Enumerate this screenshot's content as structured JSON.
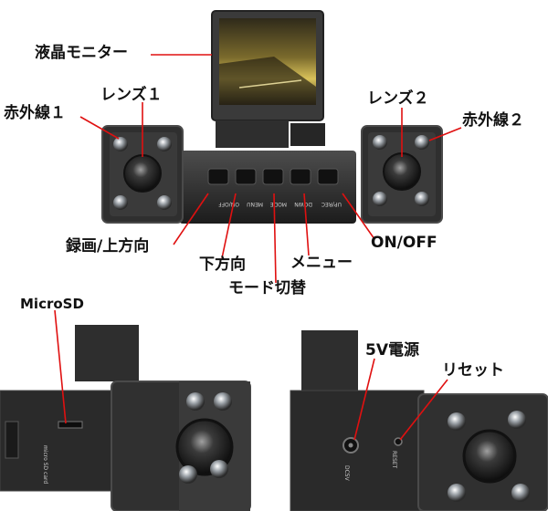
{
  "labels": {
    "lcd_monitor": "液晶モニター",
    "infrared_1": "赤外線１",
    "lens_1": "レンズ１",
    "lens_2": "レンズ２",
    "infrared_2": "赤外線２",
    "record_up": "録画/上方向",
    "down": "下方向",
    "mode_switch": "モード切替",
    "menu": "メニュー",
    "on_off": "ON/OFF",
    "microsd": "MicroSD",
    "power_5v": "5V電源",
    "reset": "リセット"
  },
  "device_text": {
    "buttons": [
      "UP/REC",
      "DOWN",
      "MODE",
      "MENU",
      "ON/OFF"
    ],
    "card_slot": "micro SD card",
    "dc_port": "DC5V",
    "reset_port": "RESET"
  },
  "colors": {
    "annotation_line": "#e01010",
    "device_body": "#2b2b2b",
    "device_edge": "#4a4a4a"
  }
}
